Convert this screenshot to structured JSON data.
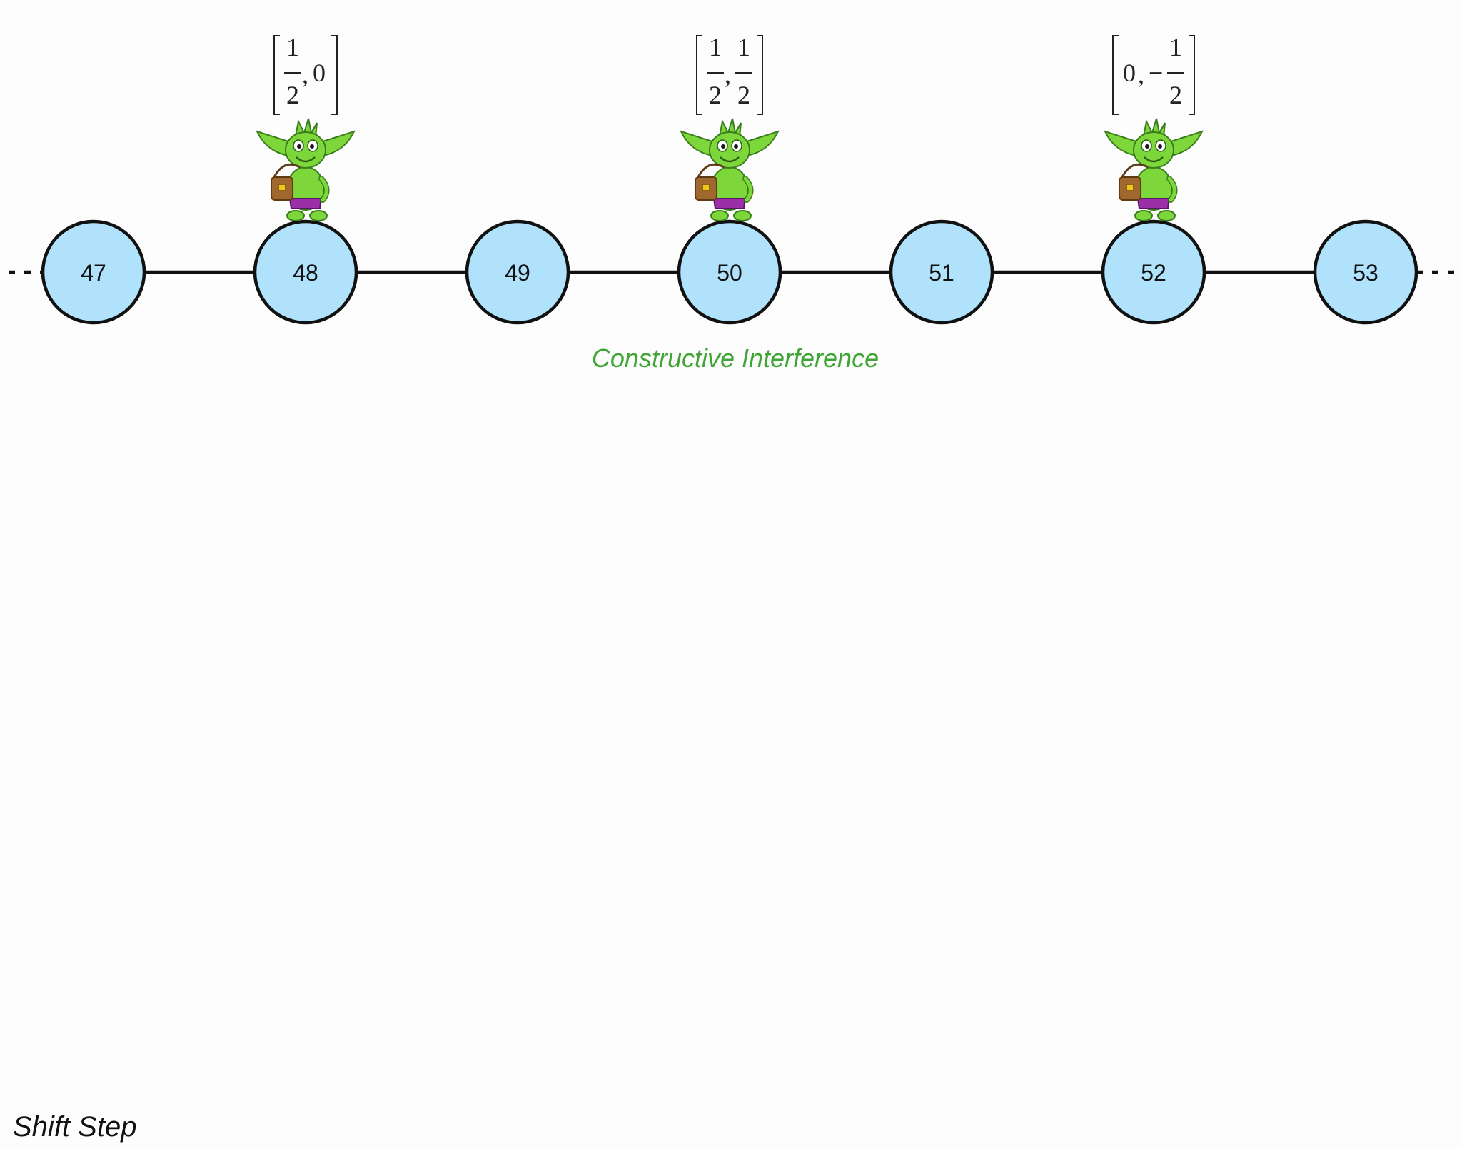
{
  "diagram": {
    "nodes": [
      "47",
      "48",
      "49",
      "50",
      "51",
      "52",
      "53"
    ],
    "node_color": "#b0e2fb",
    "node_stroke": "#111111",
    "amplitude_labels": [
      {
        "node": "48",
        "first": {
          "type": "frac",
          "sign": "",
          "num": "1",
          "den": "2"
        },
        "second": {
          "type": "text",
          "text": "0"
        }
      },
      {
        "node": "50",
        "first": {
          "type": "frac",
          "sign": "",
          "num": "1",
          "den": "2"
        },
        "second": {
          "type": "frac",
          "sign": "",
          "num": "1",
          "den": "2"
        }
      },
      {
        "node": "52",
        "first": {
          "type": "text",
          "text": "0"
        },
        "second": {
          "type": "frac",
          "sign": "−",
          "num": "1",
          "den": "2"
        }
      }
    ],
    "goblin_icon": "goblin-mascot-icon",
    "goblin_color": "#7dd63a",
    "caption": "Constructive Interference",
    "caption_color": "#3fa535",
    "step_label": "Shift Step"
  }
}
